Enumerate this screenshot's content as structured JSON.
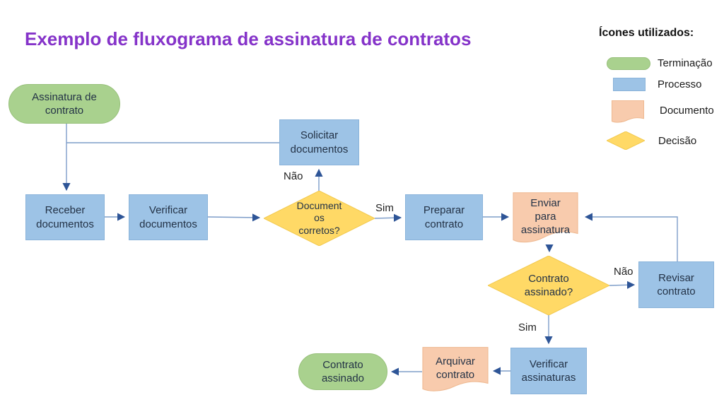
{
  "title": "Exemplo de fluxograma de assinatura de contratos",
  "legend": {
    "title": "Ícones utilizados:",
    "items": [
      {
        "label": "Terminação",
        "shape": "terminator"
      },
      {
        "label": "Processo",
        "shape": "process"
      },
      {
        "label": "Documento",
        "shape": "document"
      },
      {
        "label": "Decisão",
        "shape": "decision"
      }
    ]
  },
  "nodes": {
    "start": {
      "label": "Assinatura de\ncontrato",
      "type": "terminator"
    },
    "receber": {
      "label": "Receber\ndocumentos",
      "type": "process"
    },
    "verificar_docs": {
      "label": "Verificar\ndocumentos",
      "type": "process"
    },
    "solicitar": {
      "label": "Solicitar\ndocumentos",
      "type": "process"
    },
    "docs_corretos": {
      "label": "Document\nos\ncorretos?",
      "type": "decision"
    },
    "preparar": {
      "label": "Preparar\ncontrato",
      "type": "process"
    },
    "enviar": {
      "label": "Enviar\npara\nassinatura",
      "type": "document"
    },
    "contrato_assinado_q": {
      "label": "Contrato\nassinado?",
      "type": "decision"
    },
    "revisar": {
      "label": "Revisar\ncontrato",
      "type": "process"
    },
    "verificar_assin": {
      "label": "Verificar\nassinaturas",
      "type": "process"
    },
    "arquivar": {
      "label": "Arquivar\ncontrato",
      "type": "document"
    },
    "end": {
      "label": "Contrato\nassinado",
      "type": "terminator"
    }
  },
  "edge_labels": {
    "docs_nao": "Não",
    "docs_sim": "Sim",
    "assinado_nao": "Não",
    "assinado_sim": "Sim"
  },
  "colors": {
    "title": "#8533c9",
    "terminator_fill": "#a9d18e",
    "process_fill": "#9dc3e6",
    "document_fill": "#f8cbad",
    "decision_fill": "#ffd966",
    "connector": "#7e9dc9",
    "arrowhead": "#2e5597",
    "node_text": "#233246"
  }
}
